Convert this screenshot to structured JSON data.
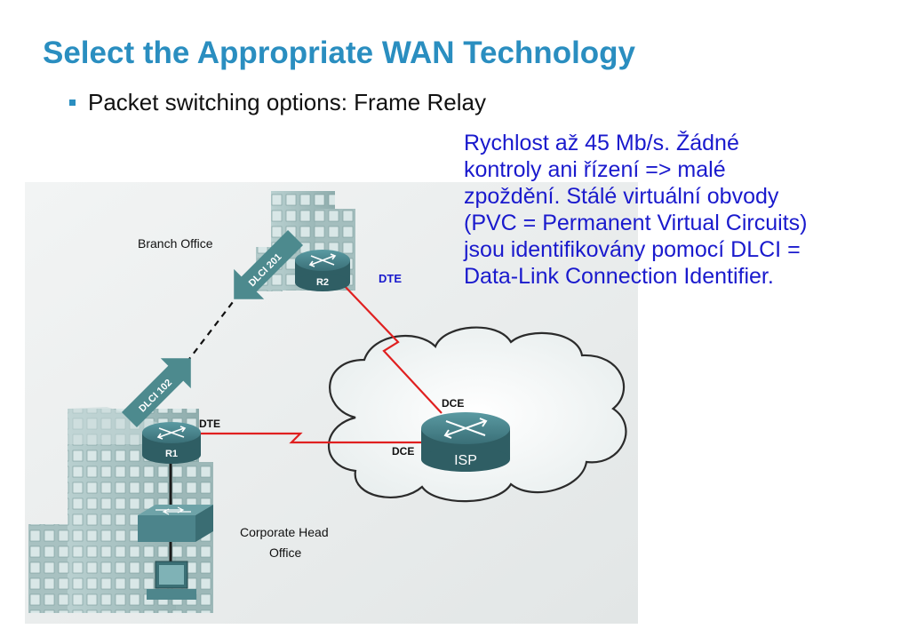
{
  "slide": {
    "title": "Select the Appropriate WAN Technology",
    "bullet": "Packet switching options: Frame Relay"
  },
  "note": {
    "lines": [
      "Rychlost až 45 Mb/s. Žádné",
      "kontroly ani řízení => malé",
      "zpoždění. Stálé virtuální obvody",
      "(PVC = Permanent Virtual Circuits)",
      "jsou identifikovány pomocí DLCI =",
      "Data-Link Connection Identifier."
    ]
  },
  "diagram": {
    "branch_label": "Branch Office",
    "hq_label_line1": "Corporate Head",
    "hq_label_line2": "Office",
    "r1": "R1",
    "r2": "R2",
    "isp": "ISP",
    "dte_r2": "DTE",
    "dte_r1": "DTE",
    "dce_top": "DCE",
    "dce_left": "DCE",
    "dlci_201": "DLCI 201",
    "dlci_102": "DLCI 102"
  },
  "colors": {
    "title": "#2a8ec0",
    "note_text": "#1a1acd",
    "wan_link": "#e02020",
    "building": "#a9c3c3",
    "router": "#3e7880",
    "dlci_arrow": "#4d8a8e"
  }
}
